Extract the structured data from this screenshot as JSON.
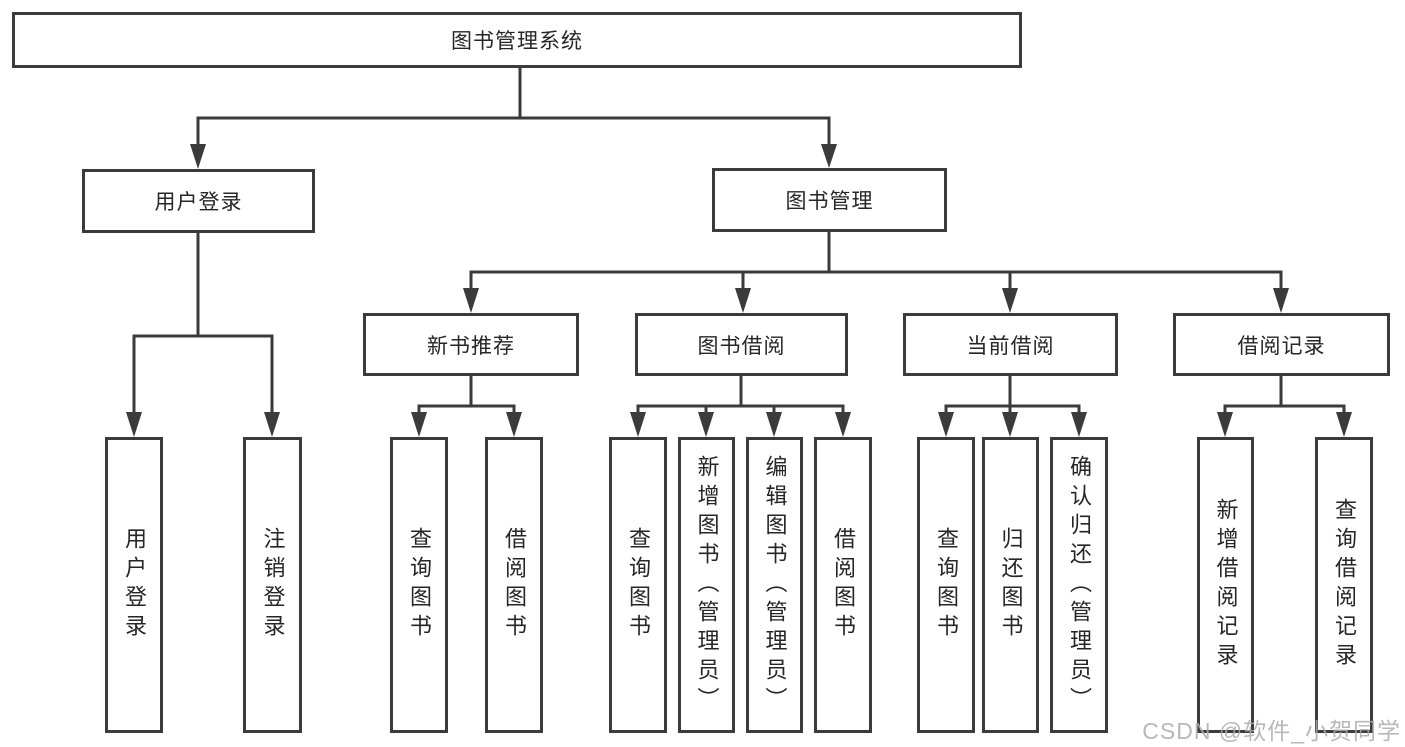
{
  "diagram": {
    "root": {
      "label": "图书管理系统",
      "children": [
        {
          "label": "用户登录",
          "children": [
            {
              "label": "用户登录"
            },
            {
              "label": "注销登录"
            }
          ]
        },
        {
          "label": "图书管理",
          "children": [
            {
              "label": "新书推荐",
              "children": [
                {
                  "label": "查询图书"
                },
                {
                  "label": "借阅图书"
                }
              ]
            },
            {
              "label": "图书借阅",
              "children": [
                {
                  "label": "查询图书"
                },
                {
                  "label": "新增图书（管理员）"
                },
                {
                  "label": "编辑图书（管理员）"
                },
                {
                  "label": "借阅图书"
                }
              ]
            },
            {
              "label": "当前借阅",
              "children": [
                {
                  "label": "查询图书"
                },
                {
                  "label": "归还图书"
                },
                {
                  "label": "确认归还（管理员）"
                }
              ]
            },
            {
              "label": "借阅记录",
              "children": [
                {
                  "label": "新增借阅记录"
                },
                {
                  "label": "查询借阅记录"
                }
              ]
            }
          ]
        }
      ]
    },
    "colors": {
      "line": "#3b3b3b",
      "text": "#262626",
      "background": "#ffffff",
      "watermark": "#ababab"
    }
  },
  "watermark": {
    "text": "CSDN @软件_小贺同学"
  }
}
